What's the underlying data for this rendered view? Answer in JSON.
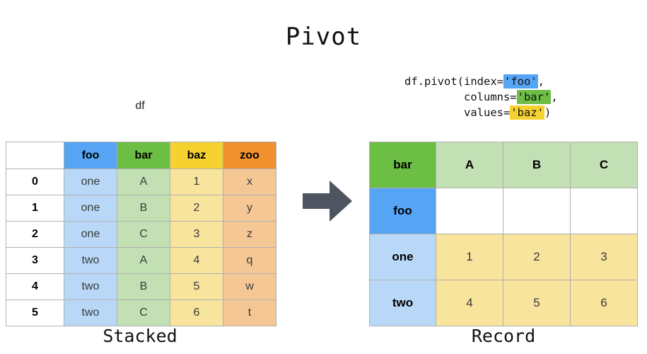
{
  "title": "Pivot",
  "code": {
    "line1_prefix": "df.pivot(index=",
    "line1_hl": "'foo'",
    "line1_suffix": ",",
    "line2_prefix": "         columns=",
    "line2_hl": "'bar'",
    "line2_suffix": ",",
    "line3_prefix": "         values=",
    "line3_hl": "'baz'",
    "line3_suffix": ")"
  },
  "source": {
    "caption": "df",
    "bottom_label": "Stacked",
    "index_header": "",
    "columns": [
      "foo",
      "bar",
      "baz",
      "zoo"
    ],
    "index": [
      "0",
      "1",
      "2",
      "3",
      "4",
      "5"
    ],
    "rows": [
      [
        "one",
        "A",
        "1",
        "x"
      ],
      [
        "one",
        "B",
        "2",
        "y"
      ],
      [
        "one",
        "C",
        "3",
        "z"
      ],
      [
        "two",
        "A",
        "4",
        "q"
      ],
      [
        "two",
        "B",
        "5",
        "w"
      ],
      [
        "two",
        "C",
        "6",
        "t"
      ]
    ]
  },
  "result": {
    "bottom_label": "Record",
    "columns_name": "bar",
    "index_name": "foo",
    "columns": [
      "A",
      "B",
      "C"
    ],
    "index": [
      "one",
      "two"
    ],
    "blank_row": [
      "",
      "",
      ""
    ],
    "rows": [
      [
        "1",
        "2",
        "3"
      ],
      [
        "4",
        "5",
        "6"
      ]
    ]
  },
  "arrow": {
    "label": "transform-arrow",
    "color": "#4e5560"
  },
  "colors": {
    "foo": "#56a5f5",
    "bar": "#6cbe45",
    "baz": "#f5d230",
    "zoo": "#f0902f",
    "foo_light": "#b9d8f8",
    "bar_light": "#c2e0b4",
    "baz_light": "#f8e49c",
    "zoo_light": "#f5c795"
  }
}
